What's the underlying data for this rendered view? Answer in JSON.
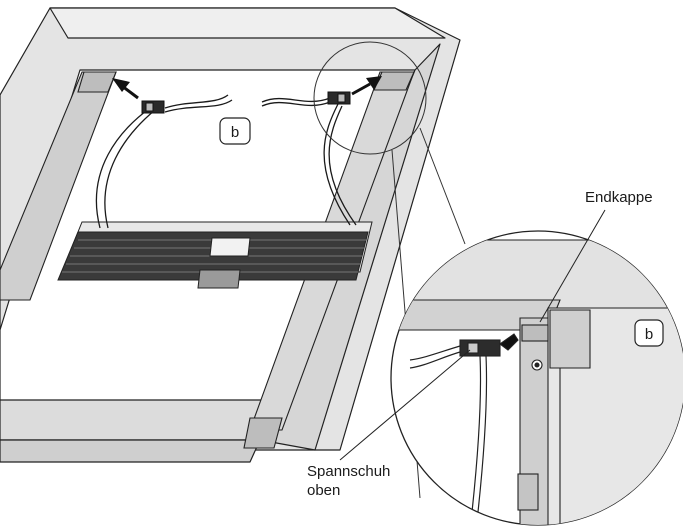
{
  "labels": {
    "endkappe": "Endkappe",
    "spannschuh_line1": "Spannschuh",
    "spannschuh_line2": "oben",
    "tag_main": "b",
    "tag_detail": "b"
  }
}
